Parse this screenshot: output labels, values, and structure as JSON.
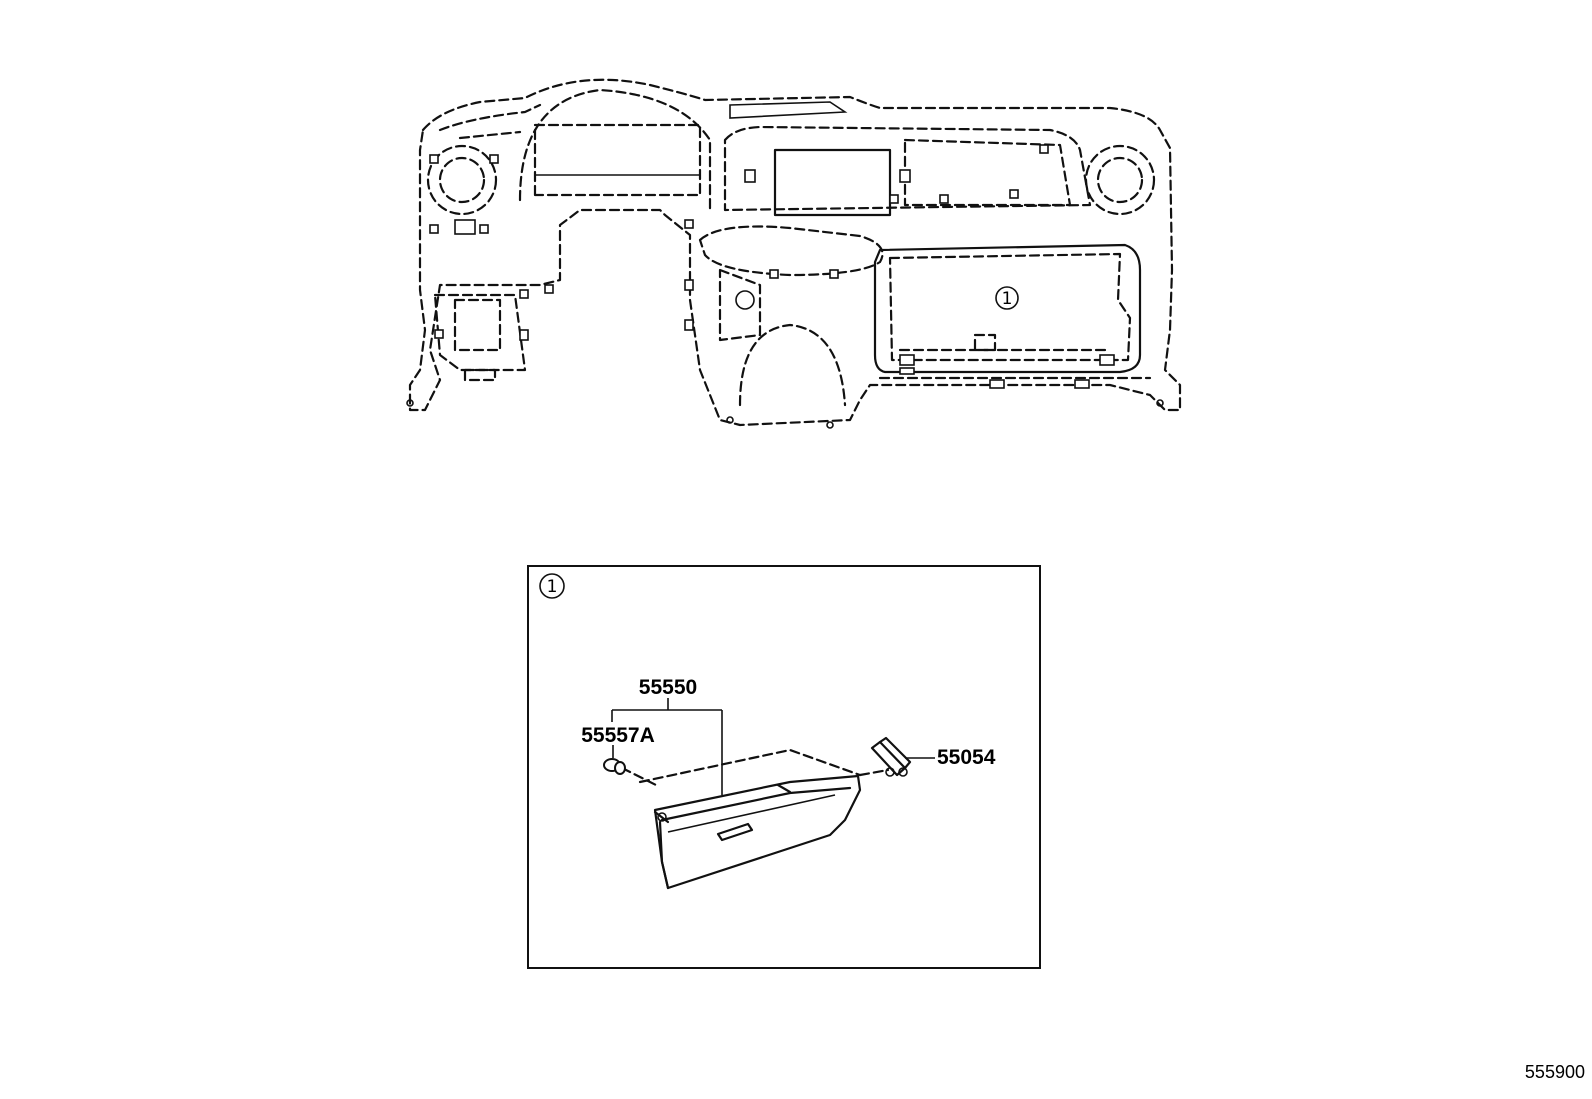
{
  "callouts": {
    "ref1_dash": "1",
    "ref1_box": "1"
  },
  "parts": {
    "glove_box_assy": "55550",
    "glove_box_bumper": "55557A",
    "glove_box_damper": "55054"
  },
  "diagram_code": "555900"
}
